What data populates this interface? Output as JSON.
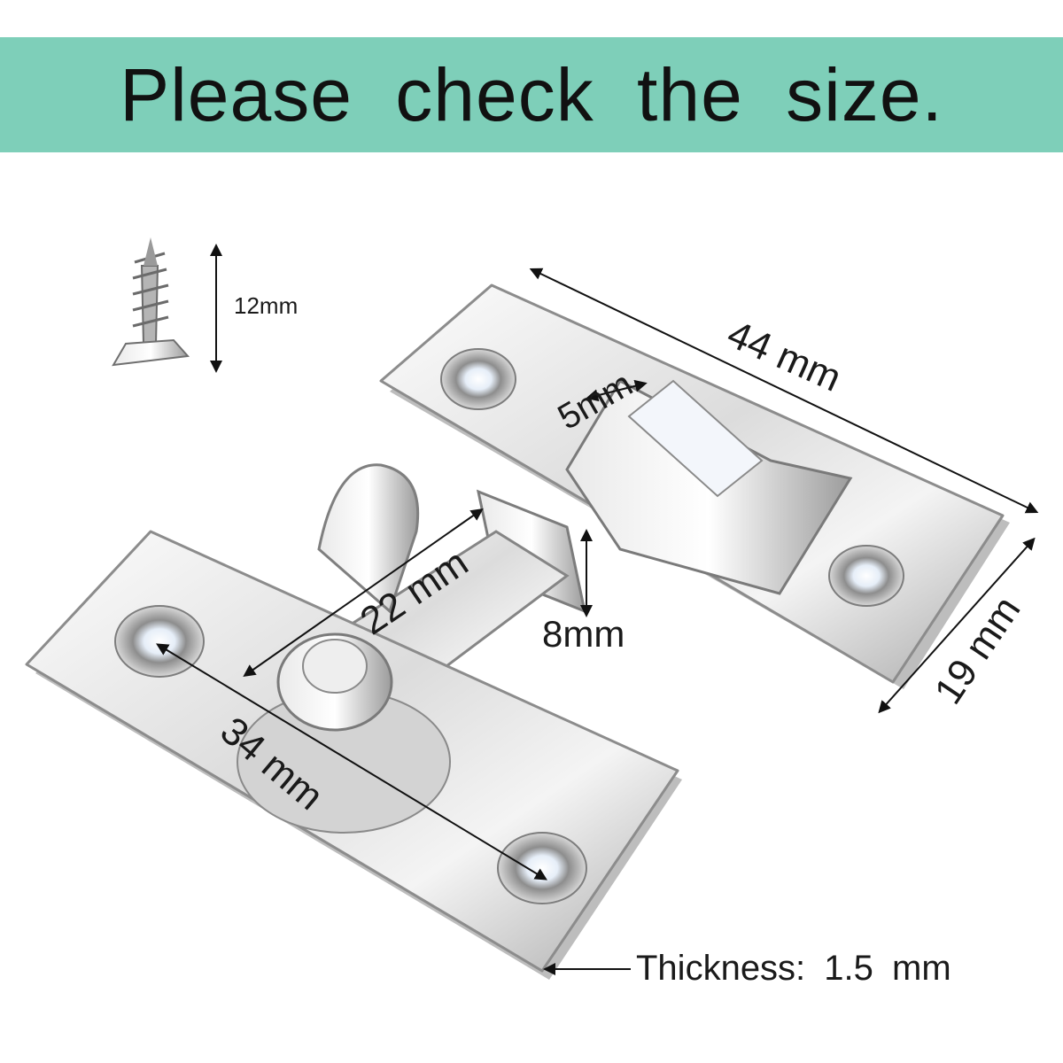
{
  "banner": {
    "text": "Please check the size.",
    "color": "#7ecfb9"
  },
  "dimensions": {
    "screw_length": "12mm",
    "plate_length": "44 mm",
    "slot_width": "5mm",
    "plate_width": "19 mm",
    "bolt_length": "22 mm",
    "bolt_height": "8mm",
    "hole_spacing": "34 mm",
    "thickness": "Thickness: 1.5 mm"
  },
  "colors": {
    "metal_light": "#f2f2f2",
    "metal_mid": "#c9c9c9",
    "metal_dark": "#7a7a7a"
  },
  "icons": [
    "screw-icon",
    "latch-image"
  ]
}
